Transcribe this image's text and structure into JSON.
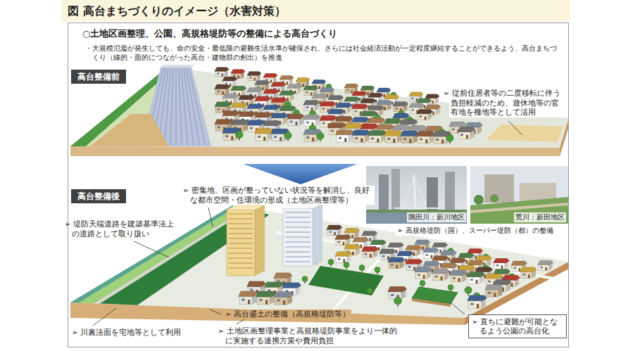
{
  "diagram": {
    "title": "図 高台まちづくりのイメージ（水害対策）",
    "nodes": [
      {
        "text": [
          "○土地区画整理、公園、高規格堤防等の整備による高台づくり",
          "・大規模氾濫が発生しても、命の安全・最低限の避難生活水準が確保され、さらには社会経済活動が一定程度継続することができるよう、高台まちづくり（線的・面的につながった高台・建物群の創出）を推進"
        ]
      },
      {
        "text": [
          "高台整備前"
        ],
        "in": 0
      },
      {
        "text": [
          "高台整備後"
        ],
        "in": 0
      },
      {
        "text": [
          "➢ 直ちに避難が可能となるよう公園の高台化"
        ],
        "in": 0
      }
    ],
    "labels": [
      "➢ 従前住居者等の二度移転に伴う負担軽減のため、遊休地等の官有地を種地等として活用",
      "➢ 密集地、区画が整っていない状況等を解消し、良好な都市空間・住環境の形成（土地区画整理等）",
      "➢ 堤防天端道路を建築基準法上の道路として取り扱い",
      "隅田川：新川地区",
      "荒川：新田地区",
      "➢ 高規格堤防（国）、スーパー堤防（都）の整備",
      "➢ 高台盛土の整備（高規格堤防等）",
      "➢ 川裏法面を宅地等として利用",
      "➢ 土地区画整理事業と高規格堤防事業をより一体的に実施する連携方策や費用負担"
    ]
  }
}
